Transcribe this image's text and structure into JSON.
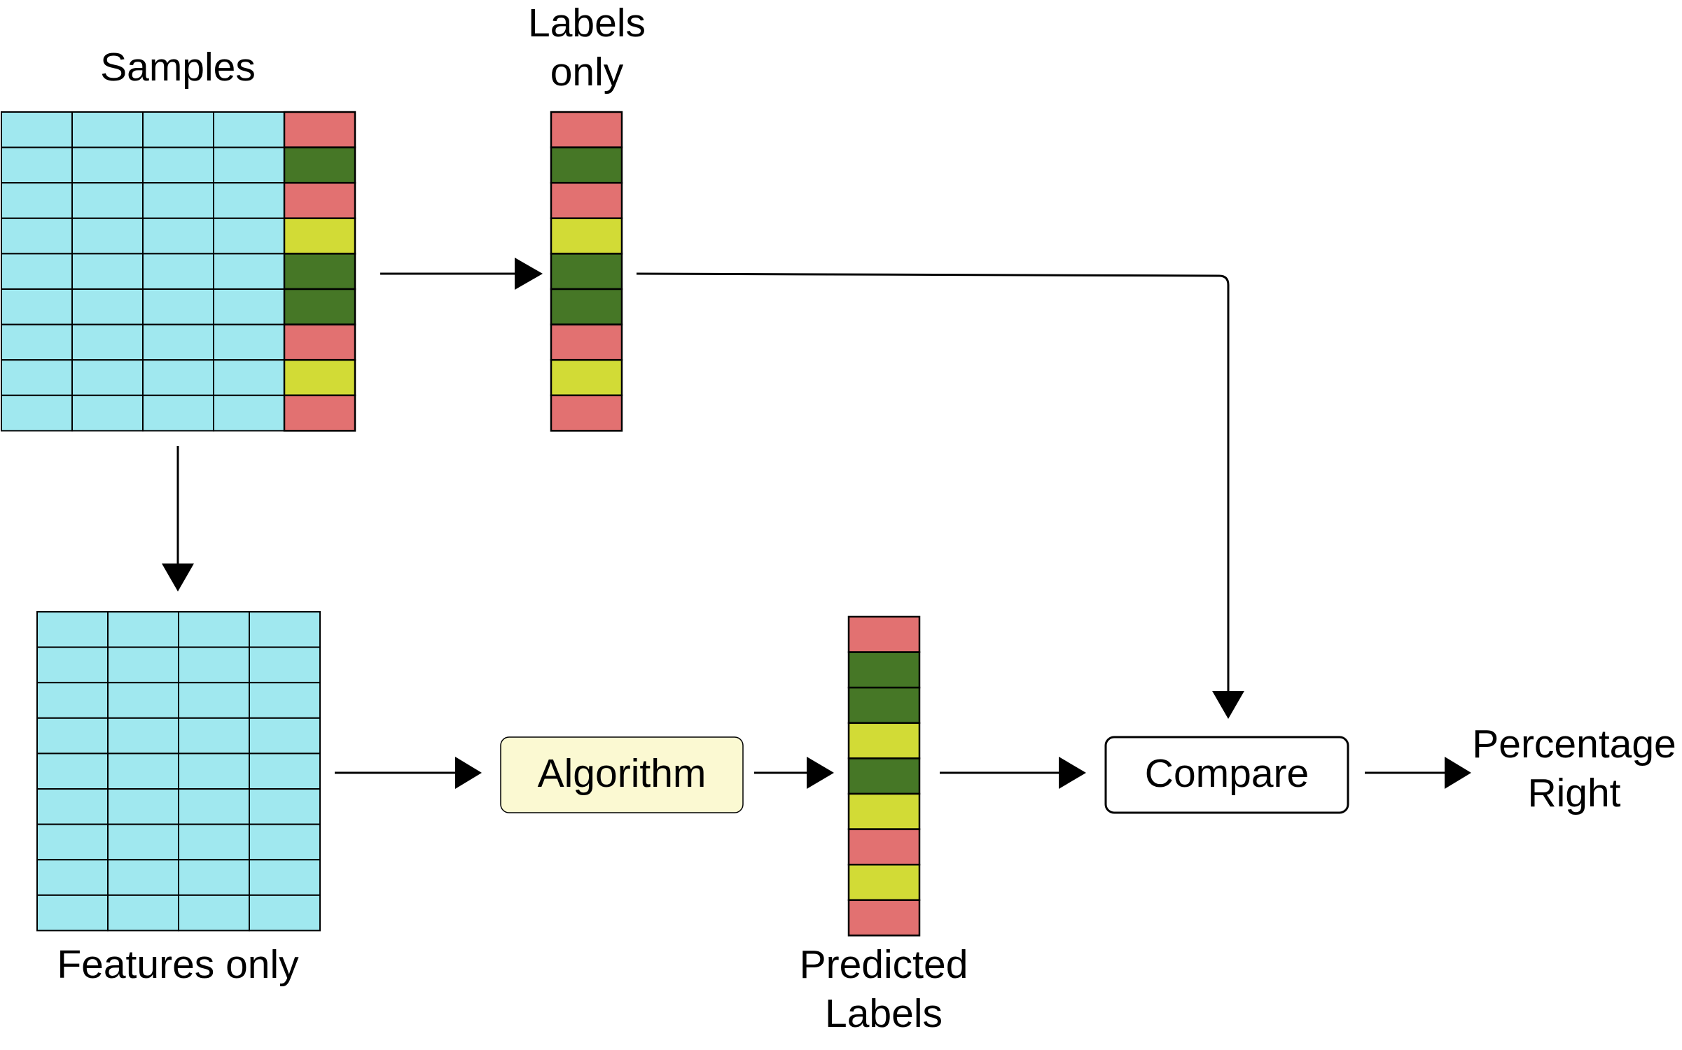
{
  "labels": {
    "samples": "Samples",
    "labels_only_1": "Labels",
    "labels_only_2": "only",
    "features_only": "Features only",
    "predicted_1": "Predicted",
    "predicted_2": "Labels",
    "percentage_1": "Percentage",
    "percentage_2": "Right",
    "algorithm": "Algorithm",
    "compare": "Compare"
  },
  "colors": {
    "feature": "#a0e8ef",
    "red": "#e27171",
    "green": "#467726",
    "yellow": "#d2db36",
    "algorithm_fill": "#fbf9d2",
    "border": "#000000"
  },
  "samples_table": {
    "rows": 9,
    "feature_columns": 4,
    "label_column": [
      "red",
      "green",
      "red",
      "yellow",
      "green",
      "green",
      "red",
      "yellow",
      "red"
    ]
  },
  "labels_only_column": [
    "red",
    "green",
    "red",
    "yellow",
    "green",
    "green",
    "red",
    "yellow",
    "red"
  ],
  "features_table": {
    "rows": 9,
    "columns": 4
  },
  "predicted_labels_column": [
    "red",
    "green",
    "green",
    "yellow",
    "green",
    "yellow",
    "red",
    "yellow",
    "red"
  ]
}
